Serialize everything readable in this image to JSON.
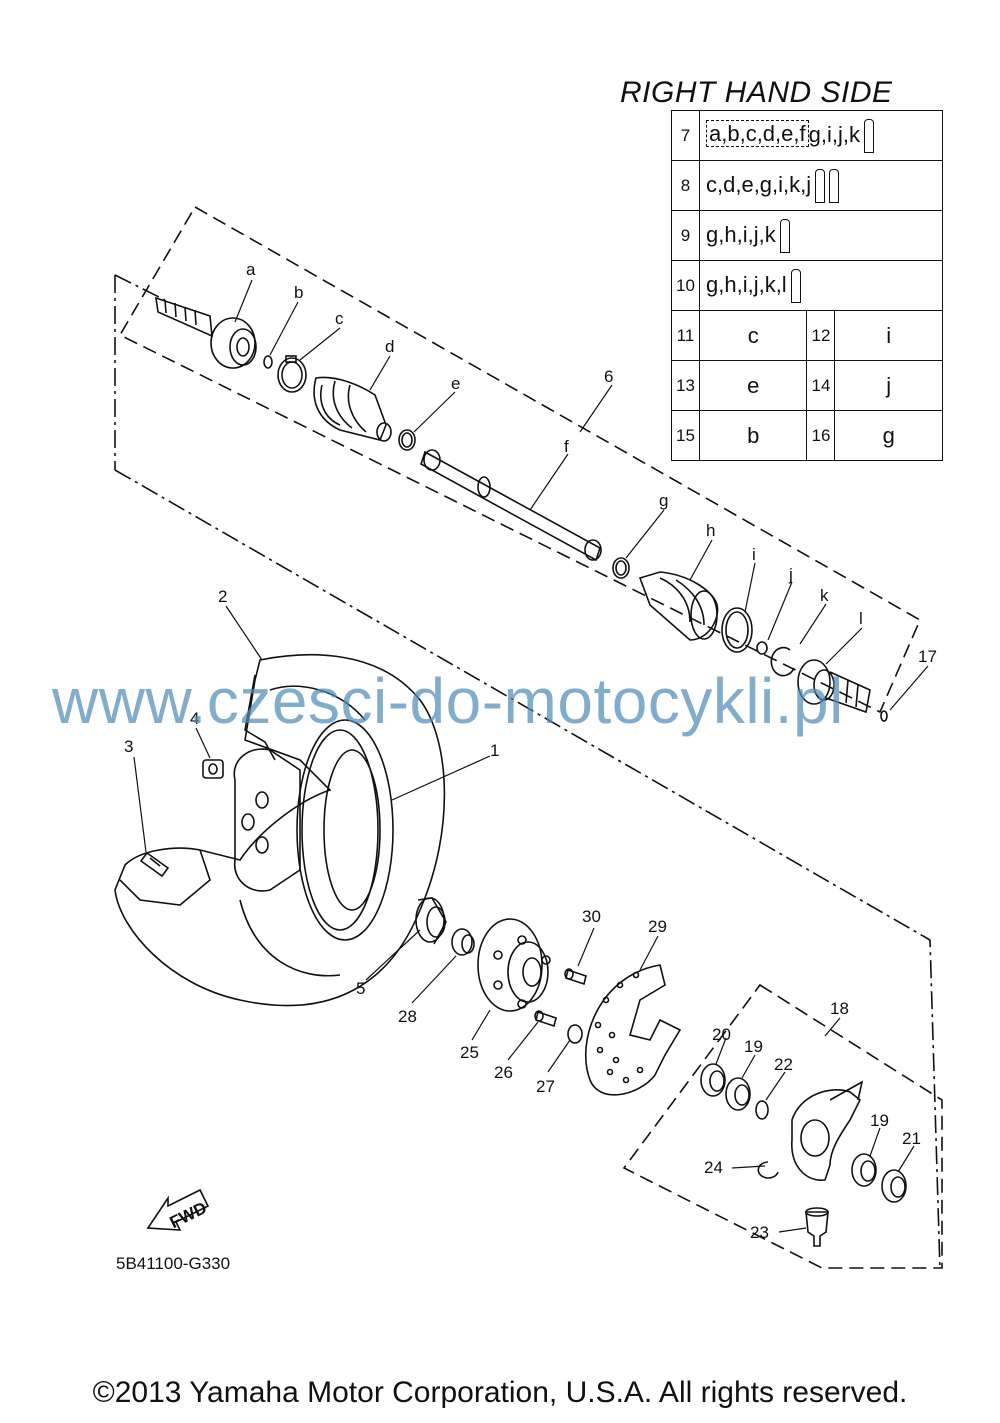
{
  "table": {
    "title": "RIGHT HAND SIDE",
    "rows": [
      {
        "num": "7",
        "boxed": "a,b,c,d,e,f",
        "parts": "g,i,j,k",
        "tubes": 1
      },
      {
        "num": "8",
        "parts": "c,d,e,g,i,k,j",
        "tubes": 2
      },
      {
        "num": "9",
        "parts": "g,h,i,j,k",
        "tubes": 1
      },
      {
        "num": "10",
        "parts": "g,h,i,j,k,l",
        "tubes": 1
      }
    ],
    "pairs": [
      {
        "n1": "11",
        "p1": "c",
        "n2": "12",
        "p2": "i"
      },
      {
        "n1": "13",
        "p1": "e",
        "n2": "14",
        "p2": "j"
      },
      {
        "n1": "15",
        "p1": "b",
        "n2": "16",
        "p2": "g"
      }
    ]
  },
  "labels": {
    "a": "a",
    "b": "b",
    "c": "c",
    "d": "d",
    "e": "e",
    "f": "f",
    "g": "g",
    "h": "h",
    "i": "i",
    "j": "j",
    "k": "k",
    "l": "l",
    "n1": "1",
    "n2": "2",
    "n3": "3",
    "n4": "4",
    "n5": "5",
    "n6": "6",
    "n17": "17",
    "n18": "18",
    "n19a": "19",
    "n19b": "19",
    "n20": "20",
    "n21": "21",
    "n22": "22",
    "n23": "23",
    "n24": "24",
    "n25": "25",
    "n26": "26",
    "n27": "27",
    "n28": "28",
    "n29": "29",
    "n30": "30"
  },
  "fwd_label": "FWD",
  "diagram_code": "5B41100-G330",
  "watermark": "www.czesci-do-motocykli.pl",
  "copyright": "©2013 Yamaha Motor Corporation, U.S.A. All rights reserved."
}
